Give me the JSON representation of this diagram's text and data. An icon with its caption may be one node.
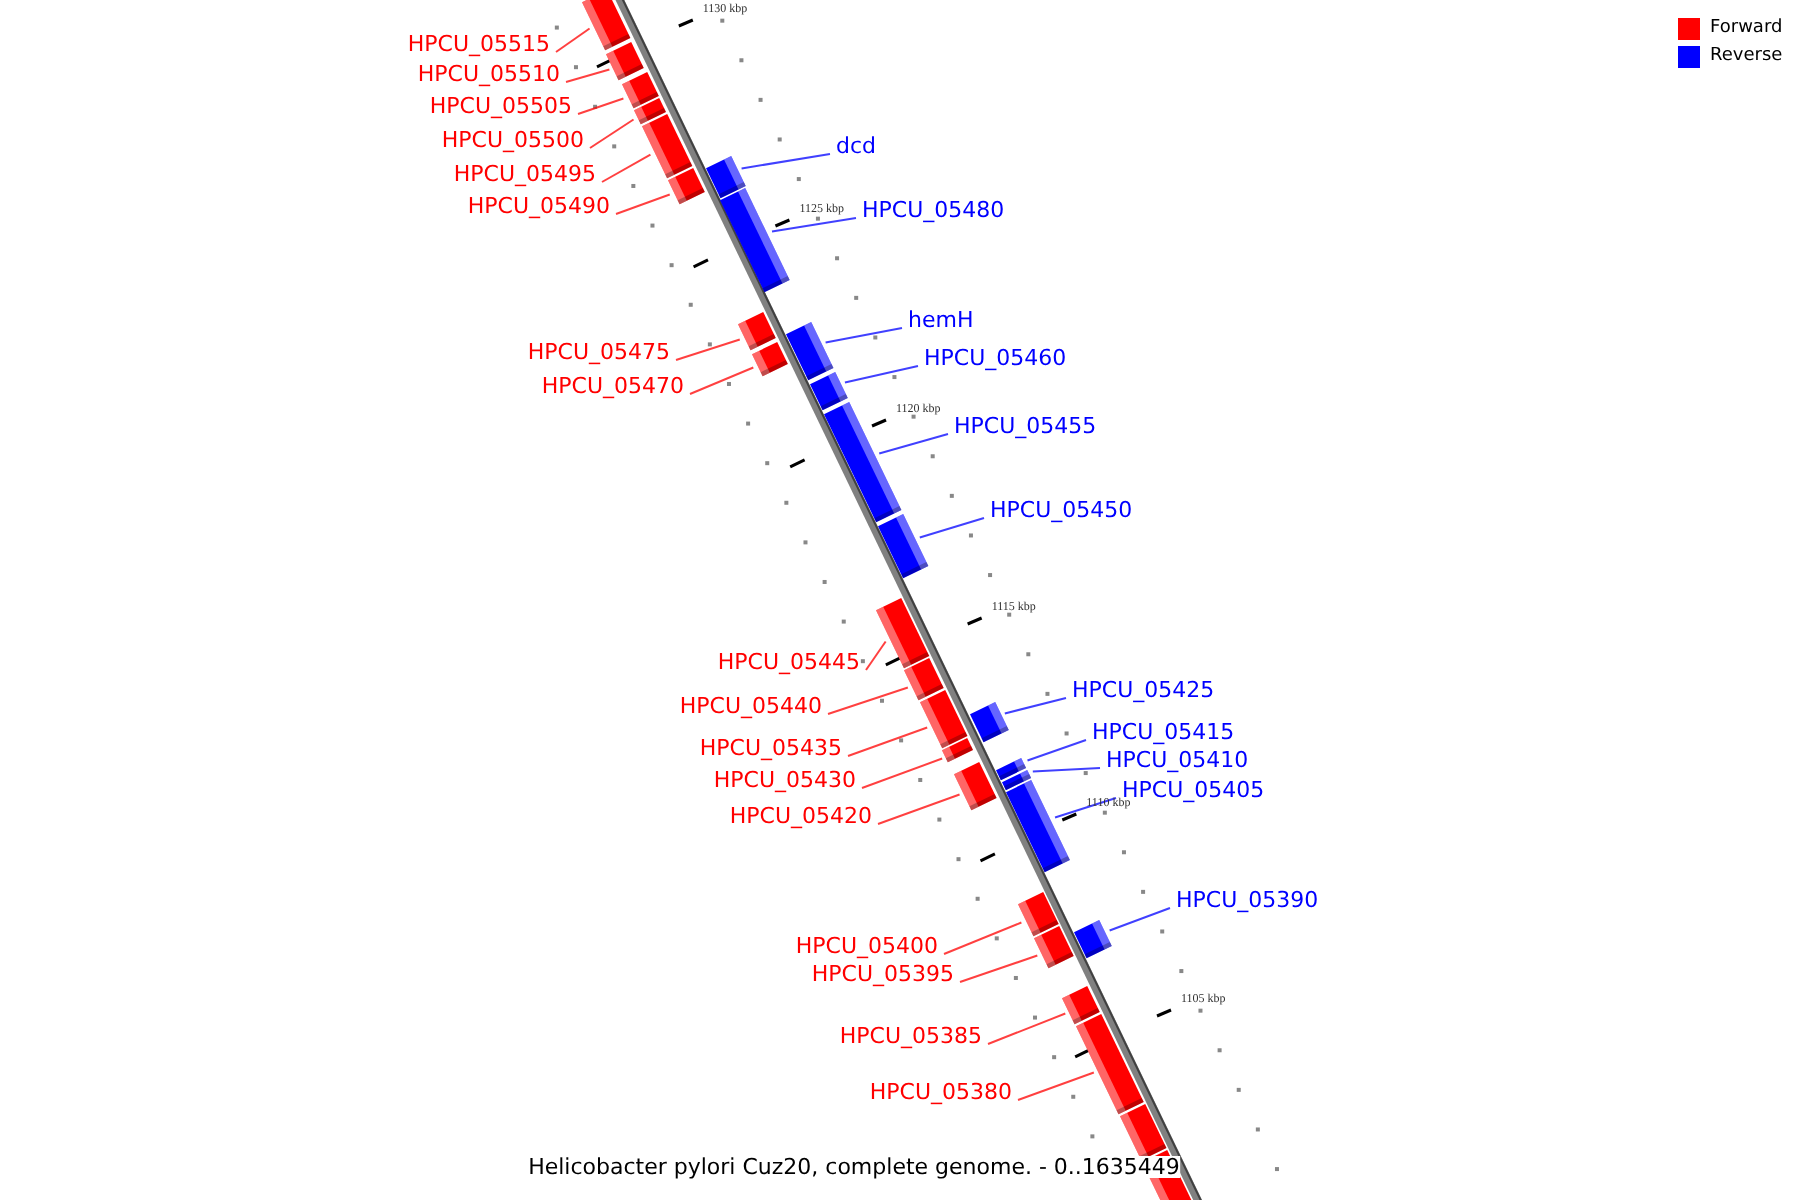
{
  "diagram": {
    "caption": "Helicobacter pylori Cuz20, complete genome. - 0..1635449",
    "nodes": [
      {
        "text": [
          "HPCU_05515"
        ]
      },
      {
        "text": [],
        "shape": "bar"
      },
      {
        "text": [
          "HPCU_05510"
        ]
      },
      {
        "text": [],
        "shape": "bar"
      },
      {
        "text": [
          "HPCU_05505"
        ]
      },
      {
        "text": [],
        "shape": "bar"
      },
      {
        "text": [
          "HPCU_05500"
        ]
      },
      {
        "text": [],
        "shape": "bar"
      },
      {
        "text": [
          "dcd"
        ]
      },
      {
        "text": [],
        "shape": "bar"
      },
      {
        "text": [
          "HPCU_05495"
        ]
      },
      {
        "text": [],
        "shape": "bar"
      },
      {
        "text": [
          "HPCU_05490"
        ]
      },
      {
        "text": [],
        "shape": "bar"
      },
      {
        "text": [
          "HPCU_05480"
        ]
      },
      {
        "text": [],
        "shape": "bar"
      },
      {
        "text": [
          "hemH"
        ]
      },
      {
        "text": [],
        "shape": "bar"
      },
      {
        "text": [
          "HPCU_05475"
        ]
      },
      {
        "text": [],
        "shape": "bar"
      },
      {
        "text": [
          "HPCU_05460"
        ]
      },
      {
        "text": [],
        "shape": "bar"
      },
      {
        "text": [
          "HPCU_05470"
        ]
      },
      {
        "text": [],
        "shape": "bar"
      },
      {
        "text": [
          "HPCU_05455"
        ]
      },
      {
        "text": [],
        "shape": "bar"
      },
      {
        "text": [
          "HPCU_05450"
        ]
      },
      {
        "text": [],
        "shape": "bar"
      },
      {
        "text": [
          "HPCU_05445"
        ]
      },
      {
        "text": [],
        "shape": "bar"
      },
      {
        "text": [
          "HPCU_05425"
        ]
      },
      {
        "text": [],
        "shape": "bar"
      },
      {
        "text": [
          "HPCU_05440"
        ]
      },
      {
        "text": [],
        "shape": "bar"
      },
      {
        "text": [
          "HPCU_05415"
        ]
      },
      {
        "text": [],
        "shape": "bar"
      },
      {
        "text": [
          "HPCU_05435"
        ]
      },
      {
        "text": [],
        "shape": "bar"
      },
      {
        "text": [
          "HPCU_05410"
        ]
      },
      {
        "text": [],
        "shape": "bar"
      },
      {
        "text": [
          "HPCU_05430"
        ]
      },
      {
        "text": [],
        "shape": "bar"
      },
      {
        "text": [
          "HPCU_05405"
        ]
      },
      {
        "text": [],
        "shape": "bar"
      },
      {
        "text": [
          "HPCU_05420"
        ]
      },
      {
        "text": [],
        "shape": "bar"
      },
      {
        "text": [
          "HPCU_05390"
        ]
      },
      {
        "text": [],
        "shape": "bar"
      },
      {
        "text": [
          "HPCU_05400"
        ]
      },
      {
        "text": [],
        "shape": "bar"
      },
      {
        "text": [
          "HPCU_05395"
        ]
      },
      {
        "text": [],
        "shape": "bar"
      },
      {
        "text": [
          "HPCU_05385"
        ]
      },
      {
        "text": [],
        "shape": "bar"
      },
      {
        "text": [
          "HPCU_05380"
        ]
      },
      {
        "text": [],
        "shape": "bar"
      },
      {
        "text": [],
        "shape": "bar"
      },
      {
        "text": [],
        "shape": "bar"
      }
    ],
    "edges": [
      {
        "from": 0,
        "to": 1,
        "arrow": "none"
      },
      {
        "from": 2,
        "to": 3,
        "arrow": "none"
      },
      {
        "from": 4,
        "to": 5,
        "arrow": "none"
      },
      {
        "from": 6,
        "to": 7,
        "arrow": "none"
      },
      {
        "from": 8,
        "to": 9,
        "arrow": "none",
        "color": "#0000ff"
      },
      {
        "from": 10,
        "to": 11,
        "arrow": "none"
      },
      {
        "from": 12,
        "to": 13,
        "arrow": "none"
      },
      {
        "from": 14,
        "to": 15,
        "arrow": "none",
        "color": "#0000ff"
      },
      {
        "from": 16,
        "to": 17,
        "arrow": "none",
        "color": "#0000ff"
      },
      {
        "from": 18,
        "to": 19,
        "arrow": "none"
      },
      {
        "from": 20,
        "to": 21,
        "arrow": "none",
        "color": "#0000ff"
      },
      {
        "from": 22,
        "to": 23,
        "arrow": "none"
      },
      {
        "from": 24,
        "to": 25,
        "arrow": "none",
        "color": "#0000ff"
      },
      {
        "from": 26,
        "to": 27,
        "arrow": "none",
        "color": "#0000ff"
      },
      {
        "from": 28,
        "to": 29,
        "arrow": "none"
      },
      {
        "from": 30,
        "to": 31,
        "arrow": "none",
        "color": "#0000ff"
      },
      {
        "from": 32,
        "to": 33,
        "arrow": "none"
      },
      {
        "from": 34,
        "to": 35,
        "arrow": "none",
        "color": "#0000ff"
      },
      {
        "from": 36,
        "to": 37,
        "arrow": "none"
      },
      {
        "from": 38,
        "to": 39,
        "arrow": "none",
        "color": "#0000ff"
      },
      {
        "from": 40,
        "to": 41,
        "arrow": "none"
      },
      {
        "from": 42,
        "to": 43,
        "arrow": "none",
        "color": "#0000ff"
      },
      {
        "from": 44,
        "to": 45,
        "arrow": "none"
      },
      {
        "from": 46,
        "to": 47,
        "arrow": "none",
        "color": "#0000ff"
      },
      {
        "from": 48,
        "to": 49,
        "arrow": "none"
      },
      {
        "from": 50,
        "to": 51,
        "arrow": "none"
      },
      {
        "from": 52,
        "to": 53,
        "arrow": "none"
      },
      {
        "from": 54,
        "to": 55,
        "arrow": "none"
      }
    ],
    "labels": [
      "1130 kbp",
      "1125 kbp",
      "1120 kbp",
      "1115 kbp",
      "1110 kbp",
      "1105 kbp"
    ],
    "legend": [
      {
        "text": "Forward",
        "color": "#ff0000"
      },
      {
        "text": "Reverse",
        "color": "#0000ff"
      }
    ]
  }
}
